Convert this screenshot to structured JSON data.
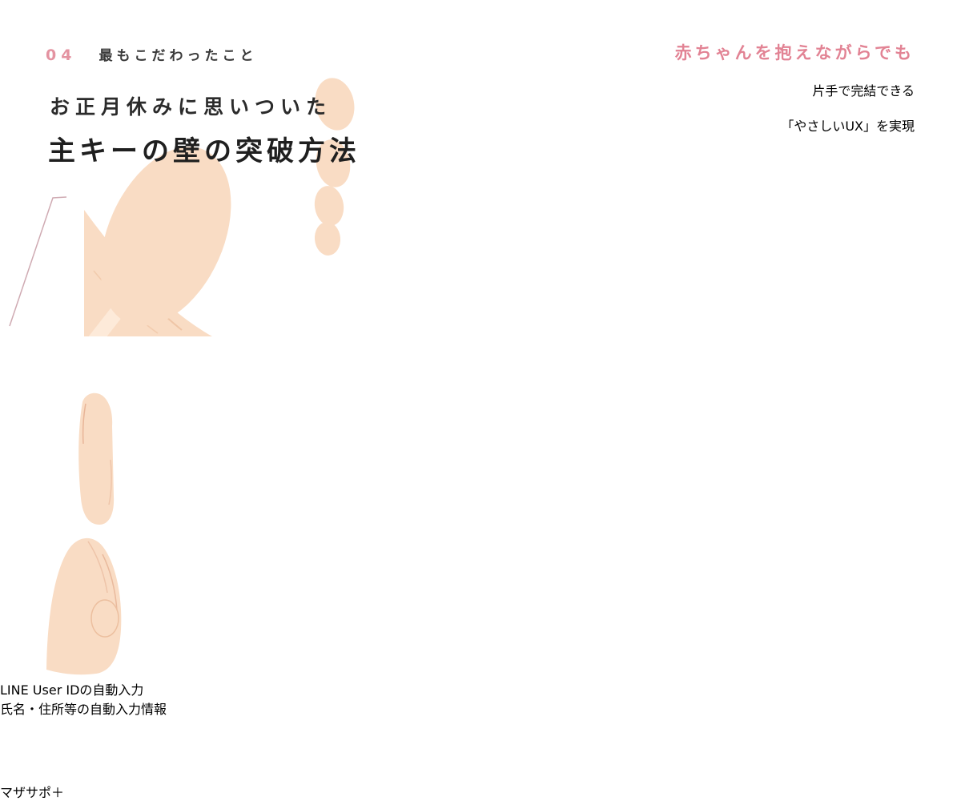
{
  "slide": {
    "kicker": {
      "number": "04",
      "label": "最もこだわったこと"
    },
    "title": {
      "line1": "お正月休みに思いついた",
      "line2": "主キーの壁の突破方法"
    },
    "benefit": {
      "line1": "赤ちゃんを抱えながらでも",
      "line2": "片手で完結できる",
      "line3": "「やさしいUX」を実現"
    },
    "flow": {
      "request_black": "LINE User IDの",
      "request_pink": "自動入力",
      "response": "氏名・住所等の自動入力情報"
    },
    "service": {
      "name": "マザサポ＋",
      "icon": "server-stack-icon"
    },
    "illustration": {
      "subject": "hand-holding-smartphone"
    },
    "colors": {
      "accent_pink": "#dd6478",
      "accent_pink_light": "#e493a1",
      "label_pink": "#dd5f78",
      "text_dark": "#2b2b2b",
      "arrow_black": "#1b1b1b",
      "circle_inner": "#f4bdc2",
      "circle_outer": "#da6a81",
      "skin": "#f9dcc4"
    }
  }
}
